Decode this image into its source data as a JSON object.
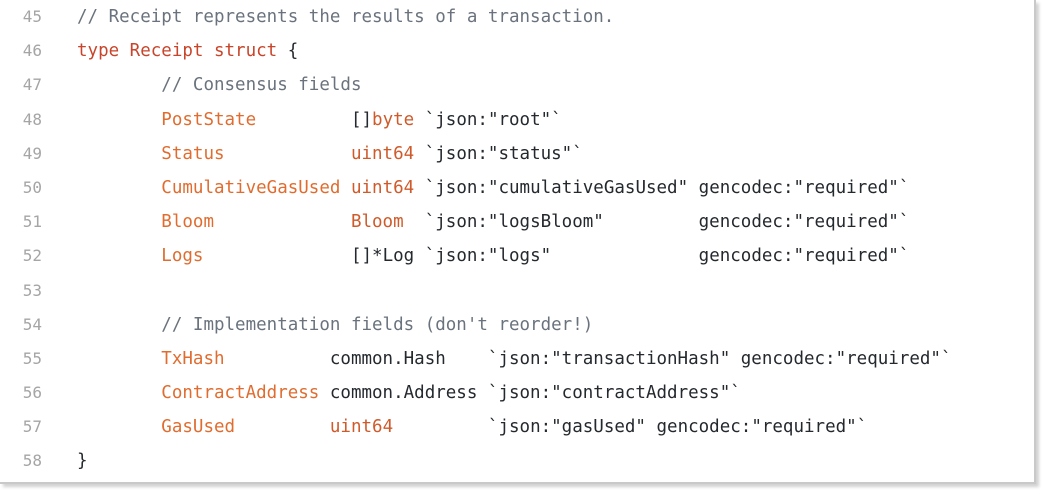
{
  "lines": [
    {
      "n": "45",
      "parts": [
        {
          "cls": "tok-comment",
          "text": "// Receipt represents the results of a transaction."
        }
      ]
    },
    {
      "n": "46",
      "parts": [
        {
          "cls": "tok-keyword",
          "text": "type Receipt struct"
        },
        {
          "cls": "tok-plain",
          "text": " {"
        }
      ]
    },
    {
      "n": "47",
      "parts": [
        {
          "cls": "tok-plain",
          "text": "        "
        },
        {
          "cls": "tok-comment",
          "text": "// Consensus fields"
        }
      ]
    },
    {
      "n": "48",
      "parts": [
        {
          "cls": "tok-plain",
          "text": "        "
        },
        {
          "cls": "tok-field",
          "text": "PostState"
        },
        {
          "cls": "tok-plain",
          "text": "         "
        },
        {
          "cls": "tok-plain",
          "text": "[]"
        },
        {
          "cls": "tok-type",
          "text": "byte"
        },
        {
          "cls": "tok-plain",
          "text": " `json:\"root\"`"
        }
      ]
    },
    {
      "n": "49",
      "parts": [
        {
          "cls": "tok-plain",
          "text": "        "
        },
        {
          "cls": "tok-field",
          "text": "Status"
        },
        {
          "cls": "tok-plain",
          "text": "            "
        },
        {
          "cls": "tok-type",
          "text": "uint64"
        },
        {
          "cls": "tok-plain",
          "text": " `json:\"status\"`"
        }
      ]
    },
    {
      "n": "50",
      "parts": [
        {
          "cls": "tok-plain",
          "text": "        "
        },
        {
          "cls": "tok-field",
          "text": "CumulativeGasUsed"
        },
        {
          "cls": "tok-plain",
          "text": " "
        },
        {
          "cls": "tok-type",
          "text": "uint64"
        },
        {
          "cls": "tok-plain",
          "text": " `json:\"cumulativeGasUsed\" gencodec:\"required\"`"
        }
      ]
    },
    {
      "n": "51",
      "parts": [
        {
          "cls": "tok-plain",
          "text": "        "
        },
        {
          "cls": "tok-field",
          "text": "Bloom"
        },
        {
          "cls": "tok-plain",
          "text": "             "
        },
        {
          "cls": "tok-type",
          "text": "Bloom"
        },
        {
          "cls": "tok-plain",
          "text": "  `json:\"logsBloom\"         gencodec:\"required\"`"
        }
      ]
    },
    {
      "n": "52",
      "parts": [
        {
          "cls": "tok-plain",
          "text": "        "
        },
        {
          "cls": "tok-field",
          "text": "Logs"
        },
        {
          "cls": "tok-plain",
          "text": "              "
        },
        {
          "cls": "tok-plain",
          "text": "[]*Log `json:\"logs\"              gencodec:\"required\"`"
        }
      ]
    },
    {
      "n": "53",
      "parts": []
    },
    {
      "n": "54",
      "parts": [
        {
          "cls": "tok-plain",
          "text": "        "
        },
        {
          "cls": "tok-comment",
          "text": "// Implementation fields (don't reorder!)"
        }
      ]
    },
    {
      "n": "55",
      "parts": [
        {
          "cls": "tok-plain",
          "text": "        "
        },
        {
          "cls": "tok-field",
          "text": "TxHash"
        },
        {
          "cls": "tok-plain",
          "text": "          common.Hash    `json:\"transactionHash\" gencodec:\"required\"`"
        }
      ]
    },
    {
      "n": "56",
      "parts": [
        {
          "cls": "tok-plain",
          "text": "        "
        },
        {
          "cls": "tok-field",
          "text": "ContractAddress"
        },
        {
          "cls": "tok-plain",
          "text": " common.Address `json:\"contractAddress\"`"
        }
      ]
    },
    {
      "n": "57",
      "parts": [
        {
          "cls": "tok-plain",
          "text": "        "
        },
        {
          "cls": "tok-field",
          "text": "GasUsed"
        },
        {
          "cls": "tok-plain",
          "text": "         "
        },
        {
          "cls": "tok-type",
          "text": "uint64"
        },
        {
          "cls": "tok-plain",
          "text": "         `json:\"gasUsed\" gencodec:\"required\"`"
        }
      ]
    },
    {
      "n": "58",
      "parts": [
        {
          "cls": "tok-plain",
          "text": "}"
        }
      ]
    }
  ],
  "colors": {
    "comment": "#6a737d",
    "keyword": "#c8452b",
    "field": "#e06c2f",
    "type": "#cf5a2a",
    "line_number": "#a5a5a5",
    "text": "#24292e"
  }
}
